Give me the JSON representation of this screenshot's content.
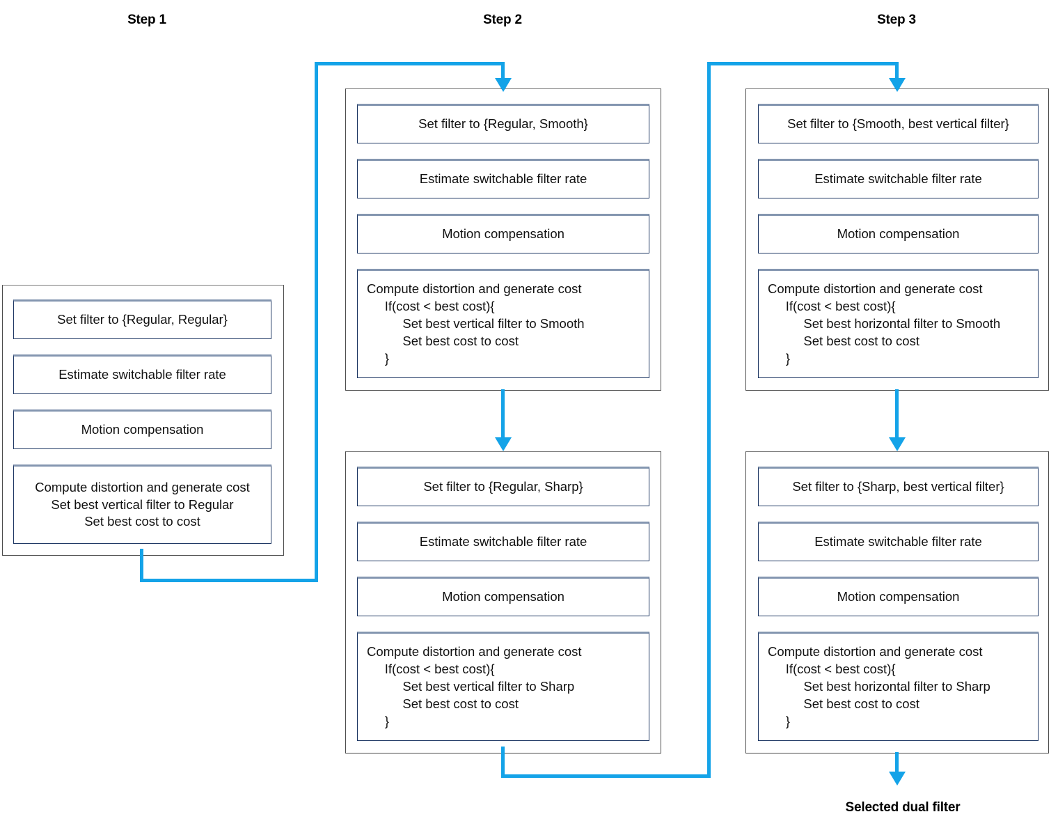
{
  "diagram": {
    "title_steps": [
      {
        "id": "step1",
        "label": "Step 1"
      },
      {
        "id": "step2",
        "label": "Step 2"
      },
      {
        "id": "step3",
        "label": "Step 3"
      }
    ],
    "terminal": {
      "label": "Selected dual filter"
    },
    "accent_color": "#14A3E8",
    "node_border_color": "#1f3864",
    "node_top_border_color": "#8496b0",
    "group_border_color": "#4a4a4a"
  },
  "step1": {
    "group_label": "Step 1",
    "nodes": [
      {
        "name": "set-filter",
        "text": "Set filter to {Regular, Regular}"
      },
      {
        "name": "estimate-rate",
        "text": "Estimate switchable filter rate"
      },
      {
        "name": "motion-compensation",
        "text": "Motion compensation"
      },
      {
        "name": "compute-cost",
        "text": "Compute distortion and generate cost\nSet best vertical filter to Regular\nSet best cost to cost"
      }
    ]
  },
  "step2": {
    "group_label": "Step 2",
    "block_a": {
      "nodes": [
        {
          "name": "set-filter",
          "text": "Set filter to {Regular, Smooth}"
        },
        {
          "name": "estimate-rate",
          "text": "Estimate switchable filter rate"
        },
        {
          "name": "motion-compensation",
          "text": "Motion compensation"
        },
        {
          "name": "compute-cost",
          "text": "Compute distortion and generate cost\n     If(cost < best cost){\n          Set best vertical filter to Smooth\n          Set best cost to cost\n     }"
        }
      ]
    },
    "block_b": {
      "nodes": [
        {
          "name": "set-filter",
          "text": "Set filter to {Regular, Sharp}"
        },
        {
          "name": "estimate-rate",
          "text": "Estimate switchable filter rate"
        },
        {
          "name": "motion-compensation",
          "text": "Motion compensation"
        },
        {
          "name": "compute-cost",
          "text": "Compute distortion and generate cost\n     If(cost < best cost){\n          Set best vertical filter to Sharp\n          Set best cost to cost\n     }"
        }
      ]
    }
  },
  "step3": {
    "group_label": "Step 3",
    "block_a": {
      "nodes": [
        {
          "name": "set-filter",
          "text": "Set filter to {Smooth, best vertical filter}"
        },
        {
          "name": "estimate-rate",
          "text": "Estimate switchable filter rate"
        },
        {
          "name": "motion-compensation",
          "text": "Motion compensation"
        },
        {
          "name": "compute-cost",
          "text": "Compute distortion and generate cost\n     If(cost < best cost){\n          Set best horizontal filter to Smooth\n          Set best cost to cost\n     }"
        }
      ]
    },
    "block_b": {
      "nodes": [
        {
          "name": "set-filter",
          "text": "Set filter to {Sharp, best vertical filter}"
        },
        {
          "name": "estimate-rate",
          "text": "Estimate switchable filter rate"
        },
        {
          "name": "motion-compensation",
          "text": "Motion compensation"
        },
        {
          "name": "compute-cost",
          "text": "Compute distortion and generate cost\n     If(cost < best cost){\n          Set best horizontal filter to Sharp\n          Set best cost to cost\n     }"
        }
      ]
    }
  }
}
